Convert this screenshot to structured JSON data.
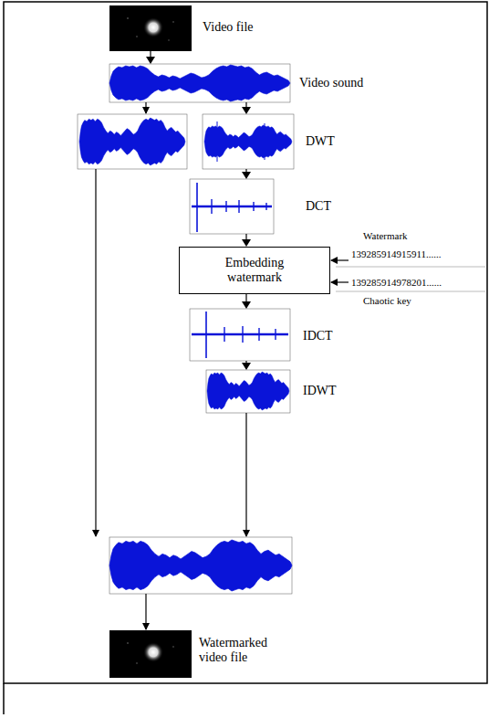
{
  "diagram": {
    "nodes": [
      {
        "text": [
          "Video file"
        ]
      },
      {
        "text": [
          "Video sound"
        ]
      },
      {
        "text": [
          "DWT"
        ]
      },
      {
        "text": [
          "DCT"
        ]
      },
      {
        "text": [
          "Embedding watermark"
        ]
      },
      {
        "text": [
          "IDCT"
        ]
      },
      {
        "text": [
          "IDWT"
        ]
      },
      {
        "text": [
          "Watermarked video file"
        ]
      }
    ],
    "edges": [
      {
        "from": 0,
        "to": 1,
        "arrow": "to"
      },
      {
        "from": 1,
        "to": 2,
        "arrow": "to"
      },
      {
        "from": 2,
        "to": 3,
        "arrow": "to"
      },
      {
        "from": 3,
        "to": 4,
        "arrow": "to"
      },
      {
        "from": 4,
        "to": 5,
        "arrow": "to"
      },
      {
        "from": 5,
        "to": 6,
        "arrow": "to"
      }
    ],
    "labels": [
      "Watermark",
      "139285914915911......",
      "139285914978201......",
      "Chaotic key"
    ]
  }
}
